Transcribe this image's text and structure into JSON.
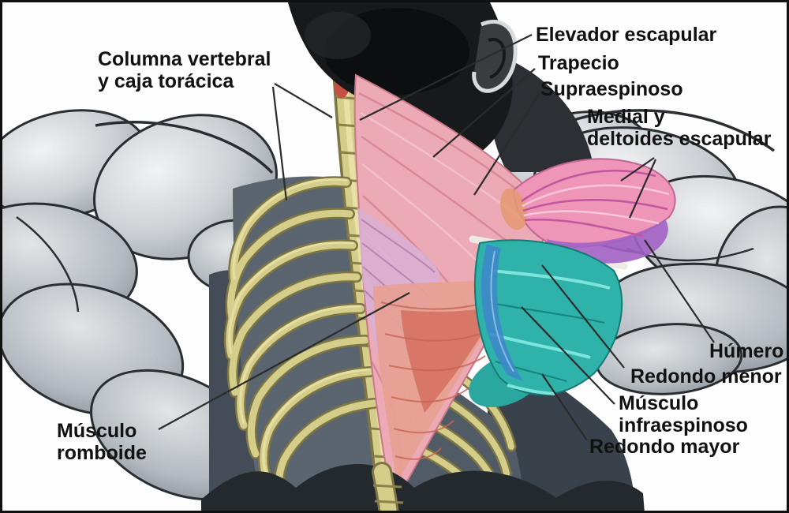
{
  "figure": {
    "description": "Diagrama anatómico de la espalda y hombro con músculos etiquetados",
    "language": "es"
  },
  "labels": {
    "columna_vertebral": {
      "line1": "Columna vertebral",
      "line2": "y caja torácica"
    },
    "elevador_escapular": {
      "line1": "Elevador escapular"
    },
    "trapecio": {
      "line1": "Trapecio"
    },
    "supraespinoso": {
      "line1": "Supraespinoso"
    },
    "medial_deltoides": {
      "line1": "Medial y",
      "line2": "deltoides escapular"
    },
    "humero": {
      "line1": "Húmero"
    },
    "redondo_menor": {
      "line1": "Redondo menor"
    },
    "musculo_infraespinoso": {
      "line1": "Músculo",
      "line2": "infraespinoso"
    },
    "redondo_mayor": {
      "line1": "Redondo mayor"
    },
    "musculo_romboide": {
      "line1": "Músculo",
      "line2": "romboide"
    }
  },
  "colors": {
    "background": "#fdfdfd",
    "border": "#101010",
    "label_text": "#111111",
    "leader_line": "#2b2b2b",
    "head_black": "#17191b",
    "bone_yellow": "#d5cd8a",
    "bone_outline": "#7d7544",
    "trapecio_pink": "#ecaab6",
    "trapecio_fiber": "#d4808f",
    "romboide_lavender": "#d9afd4",
    "lower_trap_salmon": "#e6a193",
    "lower_trap_red": "#d3705f",
    "deltoid_pink": "#ef95b8",
    "deltoid_purple": "#a262c4",
    "deltoid_magenta": "#c2559f",
    "infraespinoso_teal": "#2eb2aa",
    "teal_highlight": "#7ce4da",
    "teres_blue": "#3f86c9",
    "muscle_gray_dark": "#6d747c",
    "flank_dark": "#444d57"
  }
}
